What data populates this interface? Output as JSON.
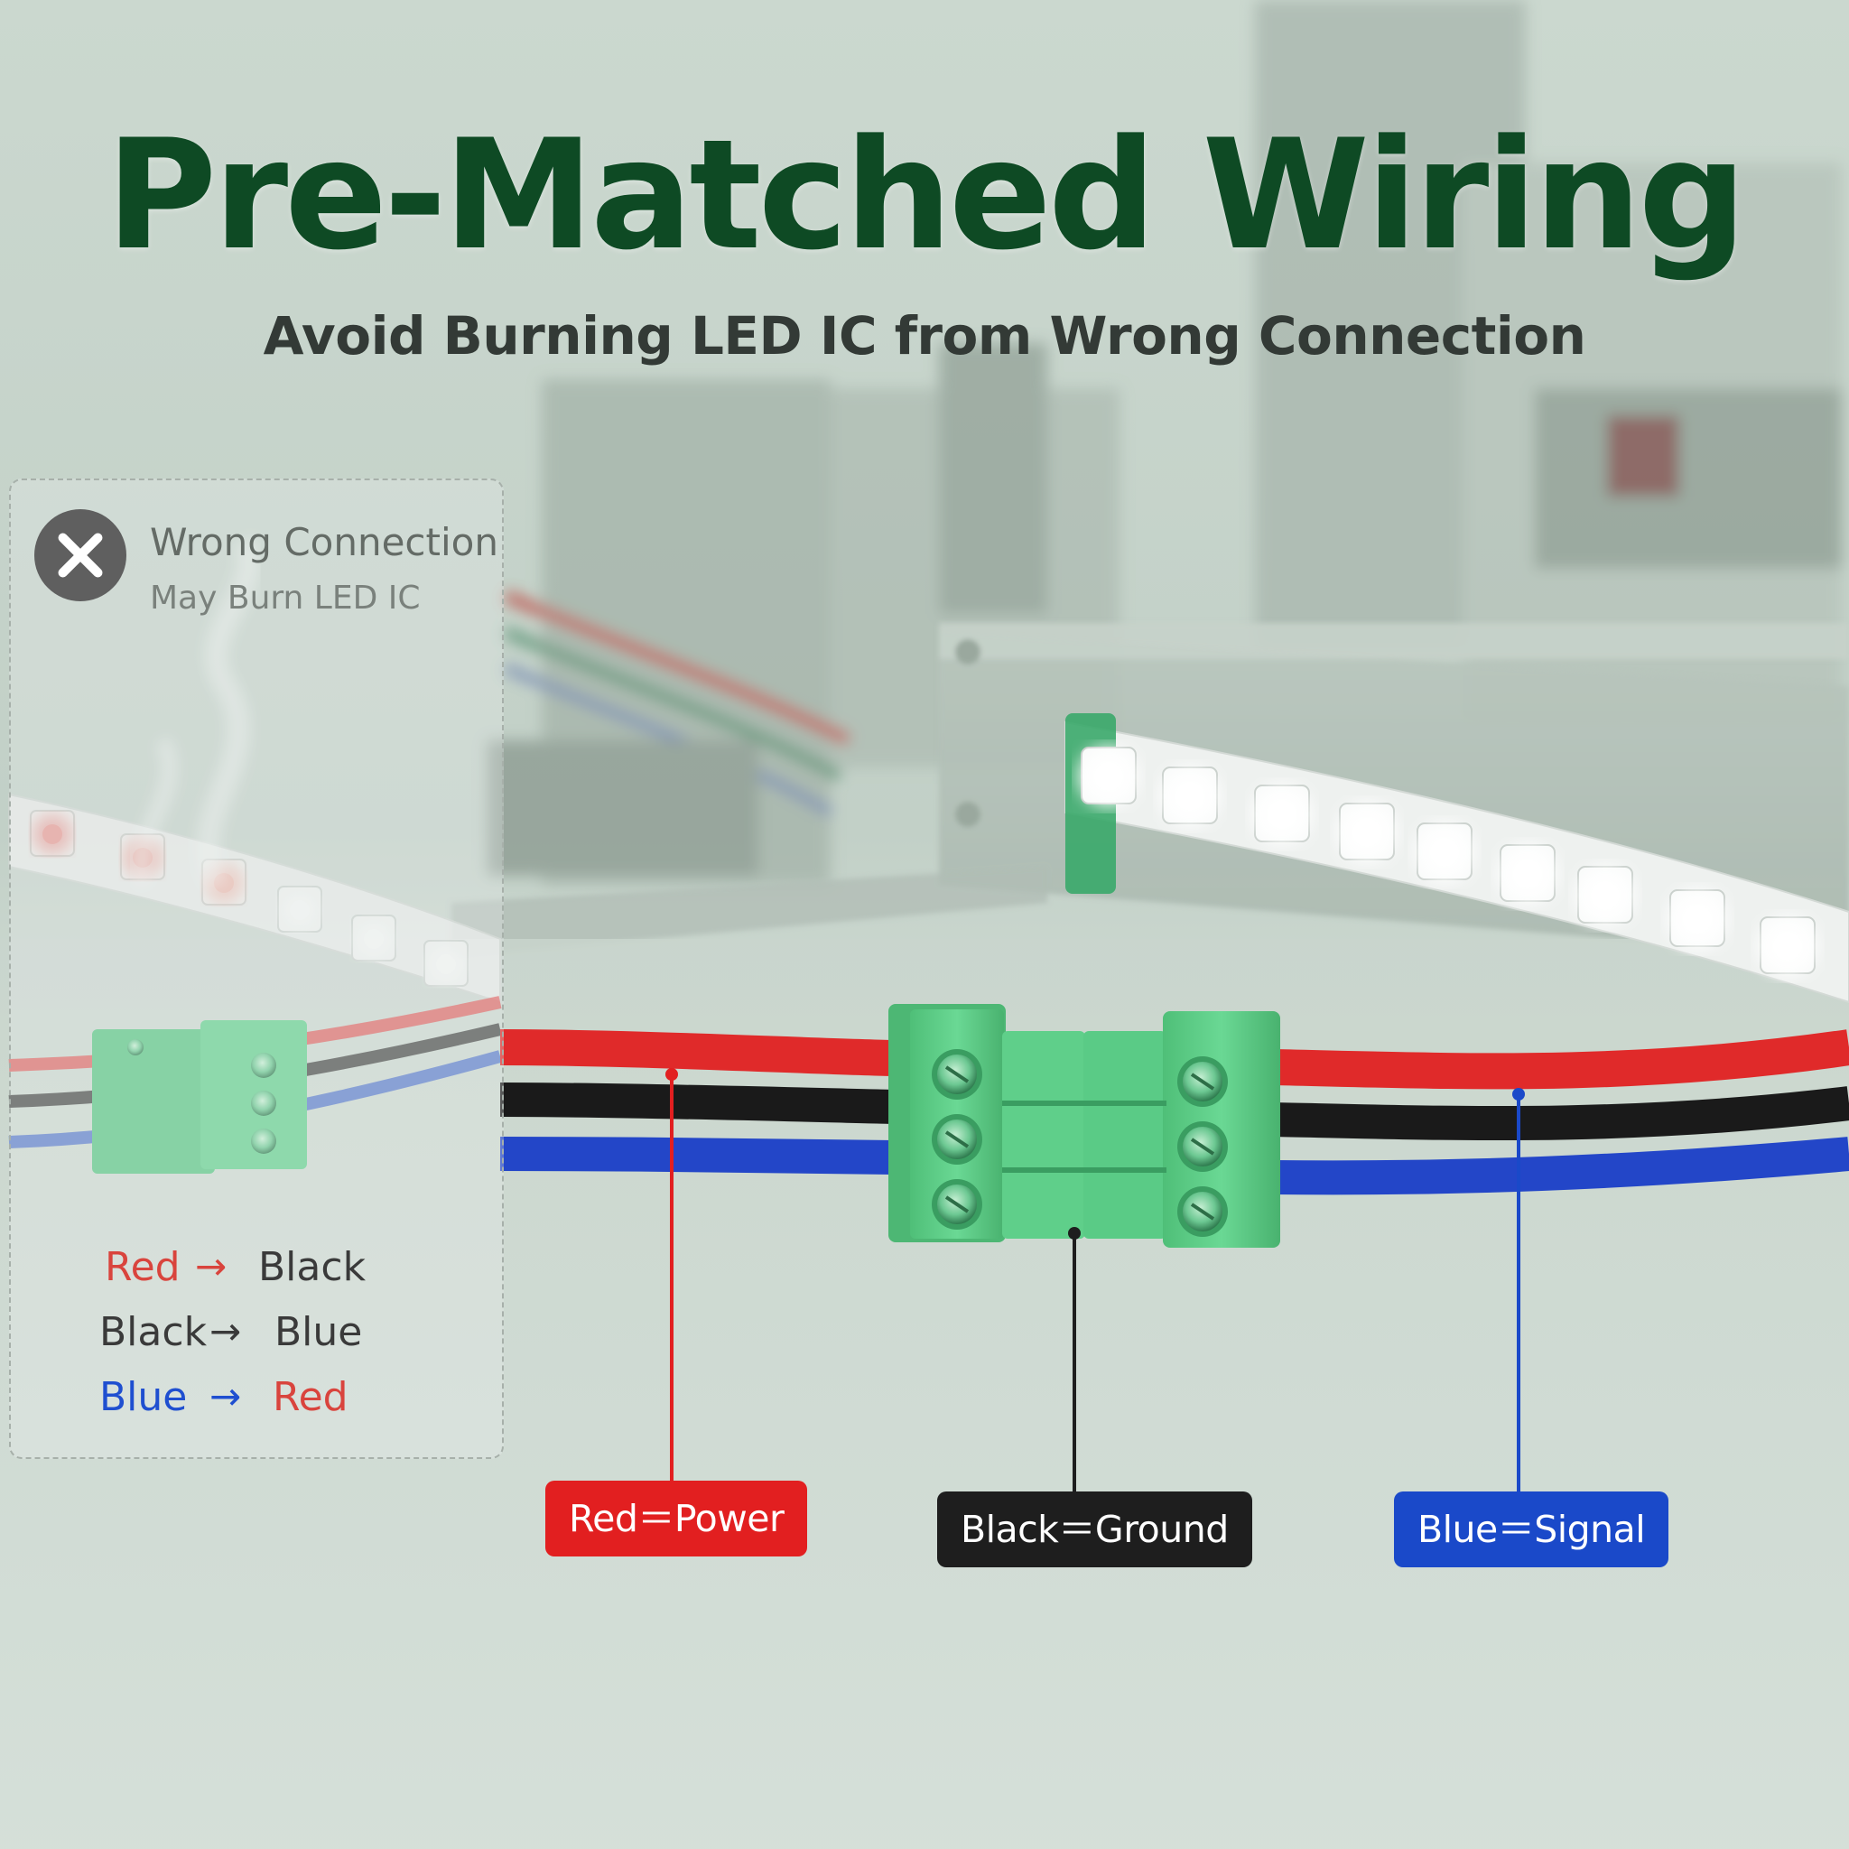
{
  "headline": {
    "title": "Pre-Matched Wiring",
    "subtitle": "Avoid Burning LED IC from Wrong Connection"
  },
  "wrong_connection": {
    "title": "Wrong Connection",
    "subtitle": "May Burn LED IC",
    "mappings": [
      {
        "from": "Red",
        "from_color": "#d9443d",
        "arrow": "→",
        "arrow_color": "#d9443d",
        "to": "Black",
        "to_color": "#3a3a3a"
      },
      {
        "from": "Black",
        "from_color": "#3a3a3a",
        "arrow": "→",
        "arrow_color": "#3a3a3a",
        "to": "Blue",
        "to_color": "#3a3a3a"
      },
      {
        "from": "Blue",
        "from_color": "#1f4fd0",
        "arrow": "→",
        "arrow_color": "#1f4fd0",
        "to": "Red",
        "to_color": "#d9443d"
      }
    ]
  },
  "legend": {
    "power": {
      "label": "Red＝Power",
      "color": "#e21f20"
    },
    "ground": {
      "label": "Black＝Ground",
      "color": "#1e1e1e"
    },
    "signal": {
      "label": "Blue＝Signal",
      "color": "#1a49c9"
    }
  },
  "colors": {
    "title": "#0e4a24",
    "connector_green": "#5fd08a",
    "wire_red": "#e02a2a",
    "wire_black": "#1a1a1a",
    "wire_blue": "#2346c8"
  }
}
